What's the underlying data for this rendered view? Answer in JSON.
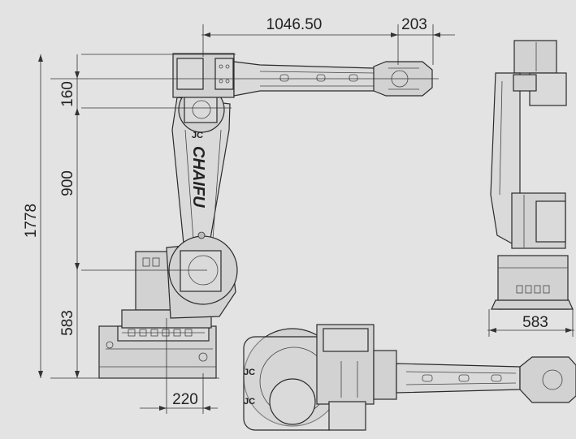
{
  "drawing": {
    "brand": "CHAIFU",
    "colors": {
      "background": "#e3e3e3",
      "line": "#2a2a2a",
      "part_fill": "#d2d2d2"
    },
    "dimensions": {
      "reach": "1046.50",
      "wrist_offset": "203",
      "overall_height": "1778",
      "arm_offset": "160",
      "lower_arm_length": "900",
      "base_height": "583",
      "base_offset": "220",
      "base_width": "583"
    },
    "views": [
      "side-view",
      "rear-view",
      "top-view"
    ]
  }
}
